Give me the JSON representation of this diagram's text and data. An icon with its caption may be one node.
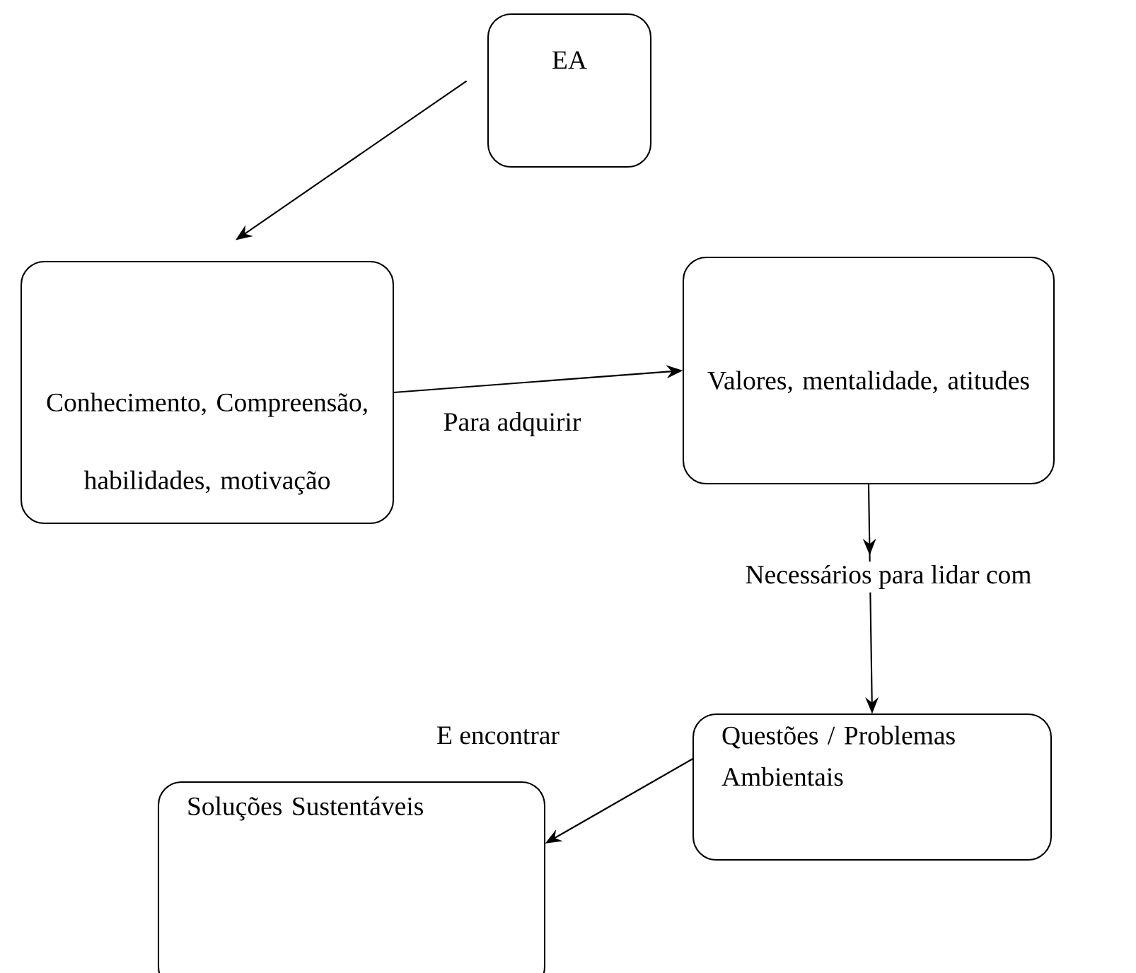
{
  "diagram": {
    "nodes": [
      {
        "text": [
          "EA"
        ]
      },
      {
        "text": [
          "Conhecimento, Compreensão,",
          "habilidades, motivação"
        ]
      },
      {
        "text": [
          "Valores, mentalidade, atitudes"
        ]
      },
      {
        "text": [
          "Questões / Problemas Ambientais"
        ]
      },
      {
        "text": [
          "Soluções Sustentáveis"
        ]
      }
    ],
    "edges": [
      {
        "from": 0,
        "to": 1,
        "arrow": "to"
      },
      {
        "from": 1,
        "to": 2,
        "arrow": "to",
        "label": "Para adquirir"
      },
      {
        "from": 2,
        "to": 3,
        "arrow": "to",
        "label": "Necessários para lidar com"
      },
      {
        "from": 3,
        "to": 4,
        "arrow": "to",
        "label": "E encontrar"
      }
    ]
  }
}
